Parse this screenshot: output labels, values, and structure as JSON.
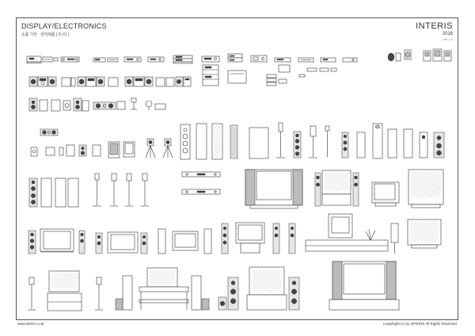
{
  "header": {
    "title": "DISPLAY/ELECTRONICS",
    "subtitle": "소품 가전 · 전자제품 [ D-01 ]",
    "brand": "INTERIS",
    "year": "2016",
    "version": "ver 1.0"
  },
  "footer": {
    "website": "www.interis.co.kr",
    "copyright": "CopyRight (c) by INTERIS All Rights Reserved."
  }
}
